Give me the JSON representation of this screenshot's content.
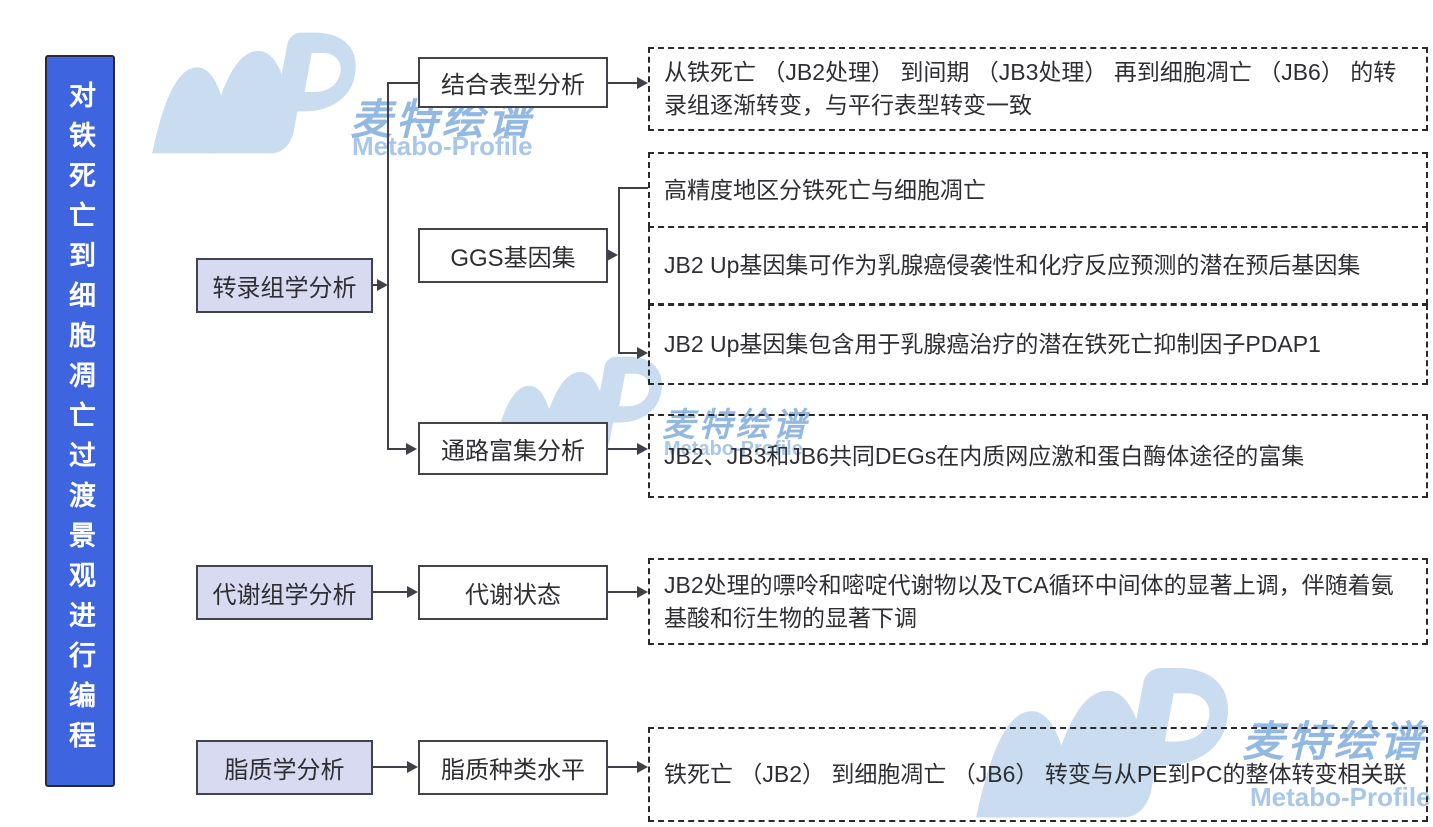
{
  "banner": {
    "text": "对铁死亡到细胞凋亡过渡景观进行编程"
  },
  "groups": [
    {
      "label": "转录组学分析",
      "branches": [
        {
          "box": "结合表型分析",
          "outcomes": [
            "从铁死亡 （JB2处理） 到间期 （JB3处理） 再到细胞凋亡 （JB6） 的转录组逐渐转变，与平行表型转变一致"
          ]
        },
        {
          "box": "GGS基因集",
          "outcomes": [
            "高精度地区分铁死亡与细胞凋亡",
            "JB2 Up基因集可作为乳腺癌侵袭性和化疗反应预测的潜在预后基因集",
            "JB2 Up基因集包含用于乳腺癌治疗的潜在铁死亡抑制因子PDAP1"
          ]
        },
        {
          "box": "通路富集分析",
          "outcomes": [
            "JB2、JB3和JB6共同DEGs在内质网应激和蛋白酶体途径的富集"
          ]
        }
      ]
    },
    {
      "label": "代谢组学分析",
      "branches": [
        {
          "box": "代谢状态",
          "outcomes": [
            "JB2处理的嘌呤和嘧啶代谢物以及TCA循环中间体的显著上调，伴随着氨基酸和衍生物的显著下调"
          ]
        }
      ]
    },
    {
      "label": "脂质学分析",
      "branches": [
        {
          "box": "脂质种类水平",
          "outcomes": [
            "铁死亡 （JB2） 到细胞凋亡 （JB6） 转变与从PE到PC的整体转变相关联"
          ]
        }
      ]
    }
  ],
  "watermark": {
    "cn": "麦特绘谱",
    "en": "Metabo-Profile"
  },
  "colors": {
    "banner_fill": "#3E64DF",
    "banner_border": "#2b2b33",
    "label_fill": "#D8DAF2",
    "box_border": "#43434e",
    "line": "#3f4048",
    "dash_border": "#2a2a2a",
    "text": "#2e2e33",
    "wm_logo": "#c9dcf0",
    "wm_cn": "#93b9e3",
    "wm_en": "#a9c7e8"
  }
}
